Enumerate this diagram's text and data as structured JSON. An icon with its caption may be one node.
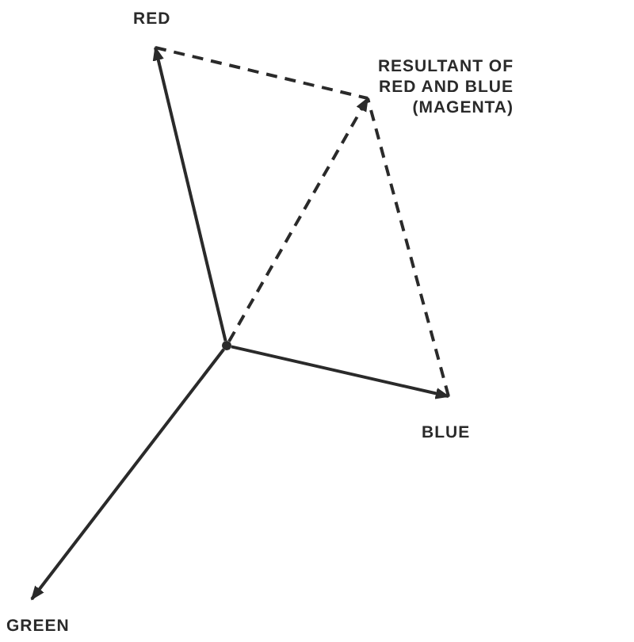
{
  "diagram": {
    "nodes": [
      {
        "text": [],
        "shape": "circle"
      },
      {
        "text": [
          "RED"
        ]
      },
      {
        "text": [
          "RESULTANT OF RED AND BLUE (MAGENTA)"
        ]
      },
      {
        "text": [
          "BLUE"
        ]
      },
      {
        "text": [
          "GREEN"
        ]
      }
    ],
    "edges": [
      {
        "from": 0,
        "to": 1,
        "arrow": "to"
      },
      {
        "from": 0,
        "to": 2,
        "arrow": "to",
        "style": "dashed"
      },
      {
        "from": 0,
        "to": 3,
        "arrow": "to"
      },
      {
        "from": 0,
        "to": 4,
        "arrow": "to"
      },
      {
        "from": 1,
        "to": 2,
        "arrow": "none",
        "style": "dashed"
      },
      {
        "from": 3,
        "to": 2,
        "arrow": "none",
        "style": "dashed"
      }
    ]
  }
}
